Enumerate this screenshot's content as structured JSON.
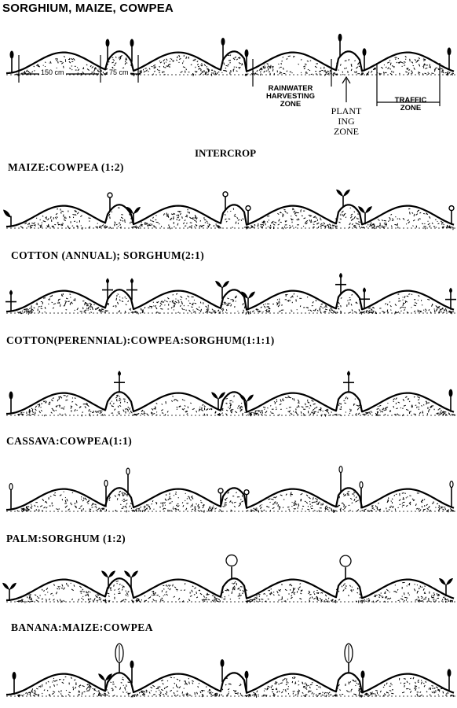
{
  "main_title": "SORGHIUM, MAIZE, COWPEA",
  "dimensions": {
    "furrow_width": "150 cm",
    "ridge_width": "75 cm"
  },
  "zones": {
    "rainwater_line1": "RAINWATER",
    "rainwater_line2": "HARVESTING",
    "rainwater_line3": "ZONE",
    "planting_line1": "PLANT",
    "planting_line2": "ING",
    "planting_line3": "ZONE",
    "traffic_line1": "TRAFFIC",
    "traffic_line2": "ZONE"
  },
  "intercrop_heading": "INTERCROP",
  "rows": [
    {
      "title": "MAIZE:COWPEA (1:2)"
    },
    {
      "title": "COTTON (ANNUAL); SORGHUM(2:1)"
    },
    {
      "title": "COTTON(PERENNIAL):COWPEA:SORGHUM(1:1:1)"
    },
    {
      "title": "CASSAVA:COWPEA(1:1)"
    },
    {
      "title": "PALM:SORGHUM (1:2)"
    },
    {
      "title": "BANANA:MAIZE:COWPEA"
    }
  ]
}
